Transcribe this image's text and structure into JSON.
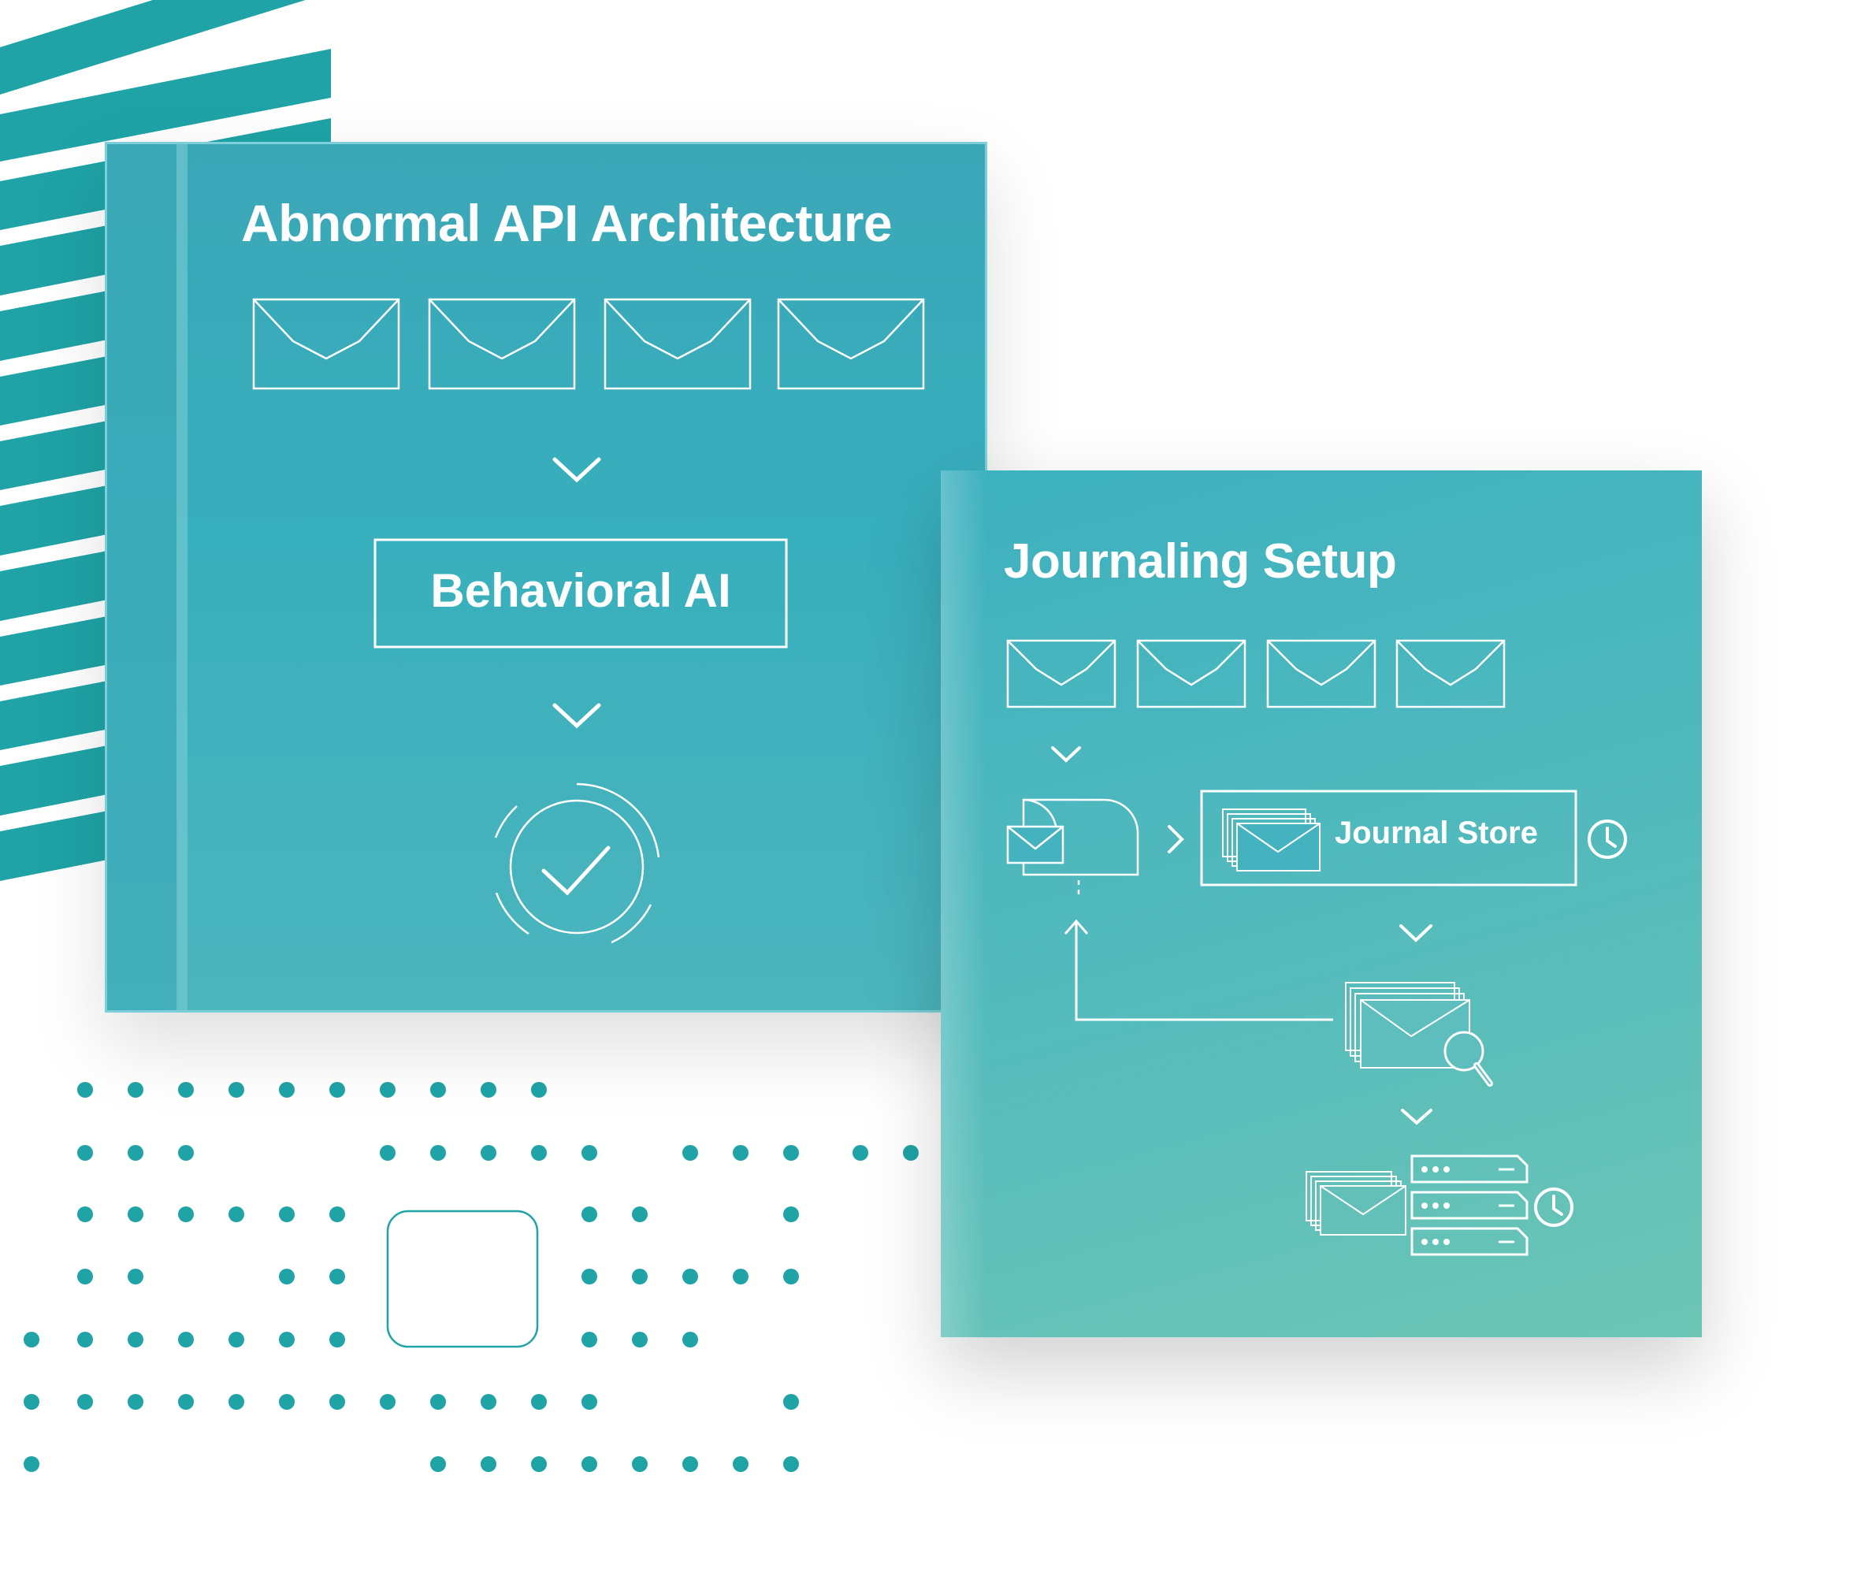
{
  "background": {
    "accent": "#1fa3a6",
    "dots_color": "#1fa3a6"
  },
  "panel_api": {
    "title": "Abnormal API Architecture",
    "step_label": "Behavioral AI",
    "icons": [
      "envelope-icon",
      "envelope-icon",
      "envelope-icon",
      "envelope-icon",
      "chevron-down-icon",
      "chevron-down-icon",
      "check-circle-icon"
    ],
    "color": "#38afbd"
  },
  "panel_journal": {
    "title": "Journaling Setup",
    "store_label": "Journal Store",
    "icons": [
      "envelope-icon",
      "mailbox-icon",
      "chevron-right-icon",
      "clock-icon",
      "magnifier-icon",
      "server-stack-icon"
    ],
    "color": "#50b9bd"
  }
}
